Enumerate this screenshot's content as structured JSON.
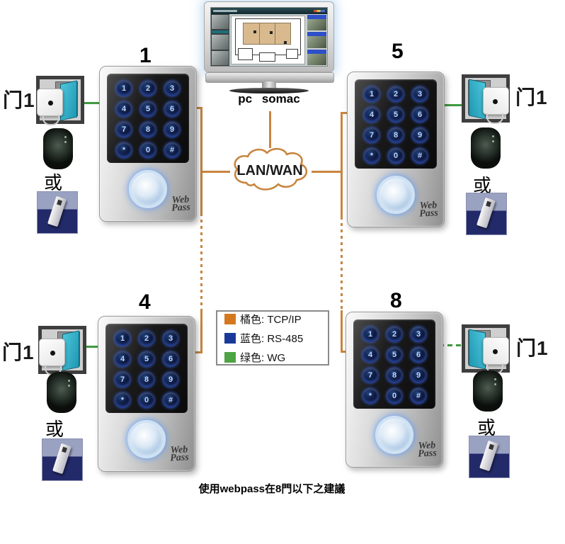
{
  "caption": "使用webpass在8門以下之建議",
  "monitor": {
    "label": "pc somac"
  },
  "cloud": {
    "label": "LAN/WAN"
  },
  "controllers": {
    "c1": "1",
    "c5": "5",
    "c4": "4",
    "c8": "8"
  },
  "keypad": {
    "keys": [
      "1",
      "2",
      "3",
      "4",
      "5",
      "6",
      "7",
      "8",
      "9",
      "*",
      "0",
      "#"
    ],
    "brand_line1": "Web",
    "brand_line2": "Pass"
  },
  "station": {
    "door_label": "门1",
    "or_label": "或"
  },
  "legend": {
    "items": [
      {
        "swatch": "#d4781e",
        "label": "橘色: TCP/IP"
      },
      {
        "swatch": "#1a3a99",
        "label": "蓝色: RS-485"
      },
      {
        "swatch": "#4ca443",
        "label": "绿色: WG"
      }
    ]
  },
  "colors": {
    "tcpip_line": "#c8853e",
    "rs485_line": "#1a3a99",
    "wg_line": "#3f9a3f",
    "door_panel": "#2fb0c8"
  }
}
